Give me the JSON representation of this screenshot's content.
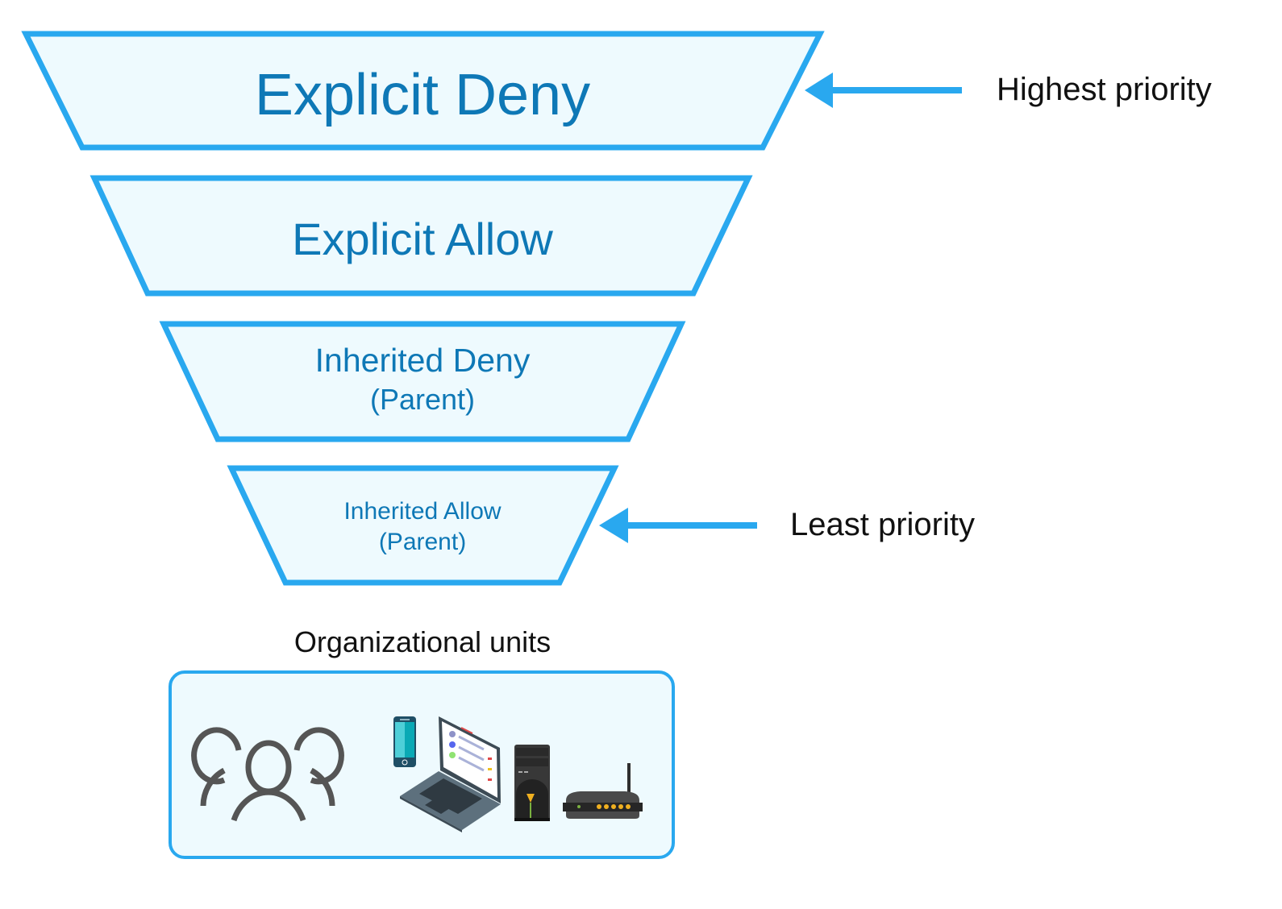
{
  "colors": {
    "outline": "#29a8ef",
    "fill": "#eefafe",
    "tier_text": "#0e78b6",
    "side_text": "#111111",
    "people_icon": "#555555"
  },
  "tiers": [
    {
      "lines": [
        "Explicit Deny"
      ]
    },
    {
      "lines": [
        "Explicit Allow"
      ]
    },
    {
      "lines": [
        "Inherited Deny",
        "(Parent)"
      ]
    },
    {
      "lines": [
        "Inherited Allow",
        "(Parent)"
      ]
    }
  ],
  "annotations": {
    "highest": "Highest priority",
    "least": "Least priority"
  },
  "organizational_units": {
    "title": "Organizational units",
    "icons": [
      "people-group-icon",
      "smartphone-icon",
      "laptop-icon",
      "desktop-tower-icon",
      "router-icon"
    ]
  }
}
